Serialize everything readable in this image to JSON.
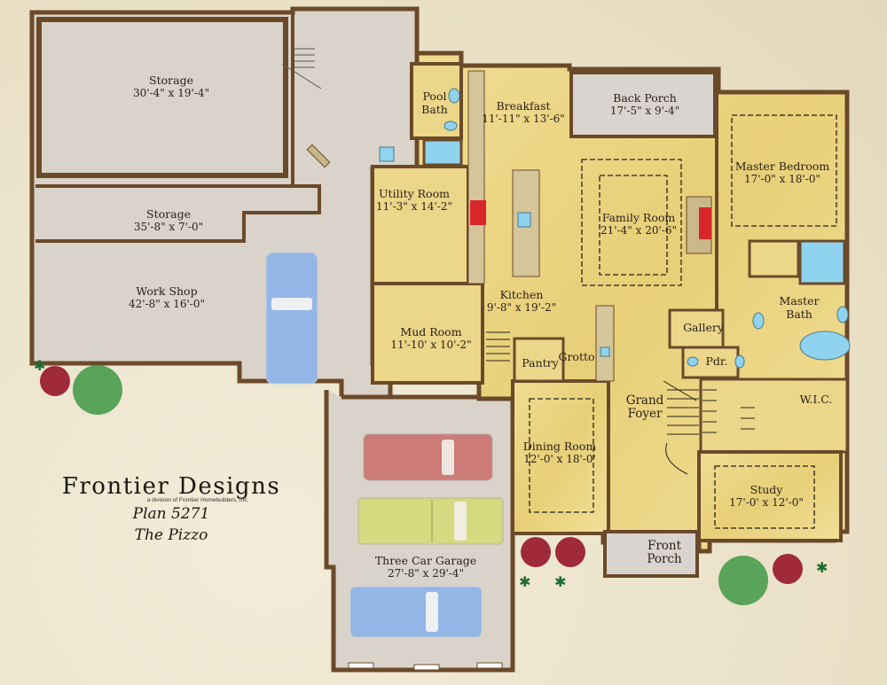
{
  "brand": {
    "name": "Frontier Designs",
    "subtitle": "a division of Frontier Homebuilders, Inc.",
    "plan_number": "Plan 5271",
    "plan_name": "The Pizzo"
  },
  "colors": {
    "background": "#ede5cf",
    "wall": "#6b4a2a",
    "living_floor": "#ecd68a",
    "utility_floor": "#d9d3c9",
    "porch_floor": "#dad4d0",
    "water": "#8fd3ee",
    "fireplace": "#d8262b",
    "car_red": "#cc7b78",
    "car_yellow": "#d6d97f",
    "car_blue": "#93b6e6"
  },
  "rooms": [
    {
      "id": "storage-1",
      "name": "Storage",
      "dim": "30'-4\" x 19'-4\""
    },
    {
      "id": "storage-2",
      "name": "Storage",
      "dim": "35'-8\" x 7'-0\""
    },
    {
      "id": "work-shop",
      "name": "Work Shop",
      "dim": "42'-8\" x 16'-0\""
    },
    {
      "id": "pool-bath",
      "name": "Pool Bath",
      "dim": ""
    },
    {
      "id": "utility-room",
      "name": "Utility Room",
      "dim": "11'-3\" x 14'-2\""
    },
    {
      "id": "breakfast",
      "name": "Breakfast",
      "dim": "11'-11\" x 13'-6\""
    },
    {
      "id": "back-porch",
      "name": "Back Porch",
      "dim": "17'-5\" x 9'-4\""
    },
    {
      "id": "master-bedroom",
      "name": "Master Bedroom",
      "dim": "17'-0\" x 18'-0\""
    },
    {
      "id": "family-room",
      "name": "Family Room",
      "dim": "21'-4\" x 20'-6\""
    },
    {
      "id": "kitchen",
      "name": "Kitchen",
      "dim": "9'-8\" x 19'-2\""
    },
    {
      "id": "mud-room",
      "name": "Mud Room",
      "dim": "11'-10' x 10'-2\""
    },
    {
      "id": "pantry",
      "name": "Pantry",
      "dim": ""
    },
    {
      "id": "grotto",
      "name": "Grotto",
      "dim": ""
    },
    {
      "id": "gallery",
      "name": "Gallery",
      "dim": ""
    },
    {
      "id": "master-bath",
      "name": "Master Bath",
      "dim": ""
    },
    {
      "id": "powder",
      "name": "Pdr.",
      "dim": ""
    },
    {
      "id": "wic",
      "name": "W.I.C.",
      "dim": ""
    },
    {
      "id": "grand-foyer",
      "name": "Grand Foyer",
      "dim": ""
    },
    {
      "id": "dining-room",
      "name": "Dining Room",
      "dim": "12'-0' x 18'-0'"
    },
    {
      "id": "study",
      "name": "Study",
      "dim": "17'-0' x 12'-0\""
    },
    {
      "id": "front-porch",
      "name": "Front Porch",
      "dim": ""
    },
    {
      "id": "three-car-garage",
      "name": "Three Car Garage",
      "dim": "27'-8\" x 29'-4\""
    }
  ]
}
